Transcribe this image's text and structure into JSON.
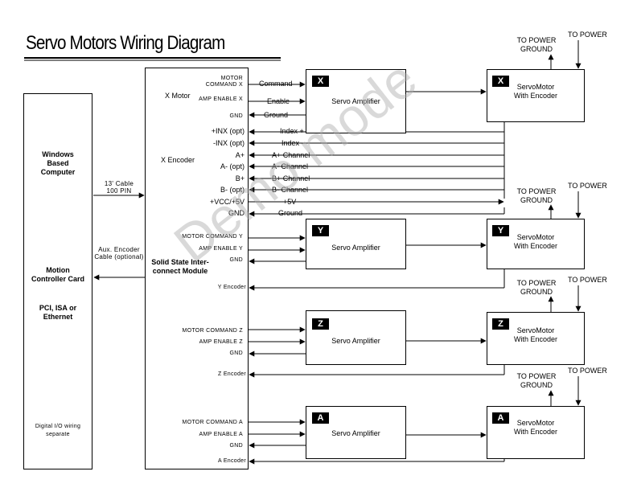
{
  "title": "Servo Motors Wiring Diagram",
  "watermark": "Demo mode",
  "computer": {
    "label": "Windows Based Computer",
    "card": "Motion Controller Card",
    "bus": "PCI, ISA or Ethernet",
    "dio": "Digital I/O wiring separate"
  },
  "cable": {
    "main": "13' Cable 100 PIN",
    "aux": "Aux. Encoder Cable (optional)"
  },
  "module": {
    "label": "Solid State Inter-connect Module"
  },
  "x_motor_group": "X Motor",
  "x_encoder_group": "X Encoder",
  "x_signals": {
    "motor_command": "MOTOR COMMAND X",
    "amp_enable": "AMP ENABLE X",
    "gnd": "GND"
  },
  "x_wires": {
    "command": "Command",
    "enable": "Enable",
    "ground": "Ground"
  },
  "encoder_pins": [
    "+INX (opt)",
    "-INX (opt)",
    "A+",
    "A- (opt)",
    "B+",
    "B- (opt)",
    "+VCC/+5V",
    "GND"
  ],
  "encoder_wires": [
    "Index +",
    "Index -",
    "A+ Channel",
    "A- Channel",
    "B+ Channel",
    "B- Channel",
    "+5V",
    "Ground"
  ],
  "axes": [
    {
      "badge": "X"
    },
    {
      "badge": "Y",
      "motor_command": "MOTOR COMMAND Y",
      "amp_enable": "AMP ENABLE Y",
      "gnd": "GND",
      "encoder": "Y Encoder"
    },
    {
      "badge": "Z",
      "motor_command": "MOTOR COMMAND Z",
      "amp_enable": "AMP ENABLE Z",
      "gnd": "GND",
      "encoder": "Z Encoder"
    },
    {
      "badge": "A",
      "motor_command": "MOTOR COMMAND A",
      "amp_enable": "AMP ENABLE A",
      "gnd": "GND",
      "encoder": "A Encoder"
    }
  ],
  "amplifier_label": "Servo Amplifier",
  "motor_label": "ServoMotor With Encoder",
  "to_power_ground": "TO POWER GROUND",
  "to_power": "TO POWER"
}
